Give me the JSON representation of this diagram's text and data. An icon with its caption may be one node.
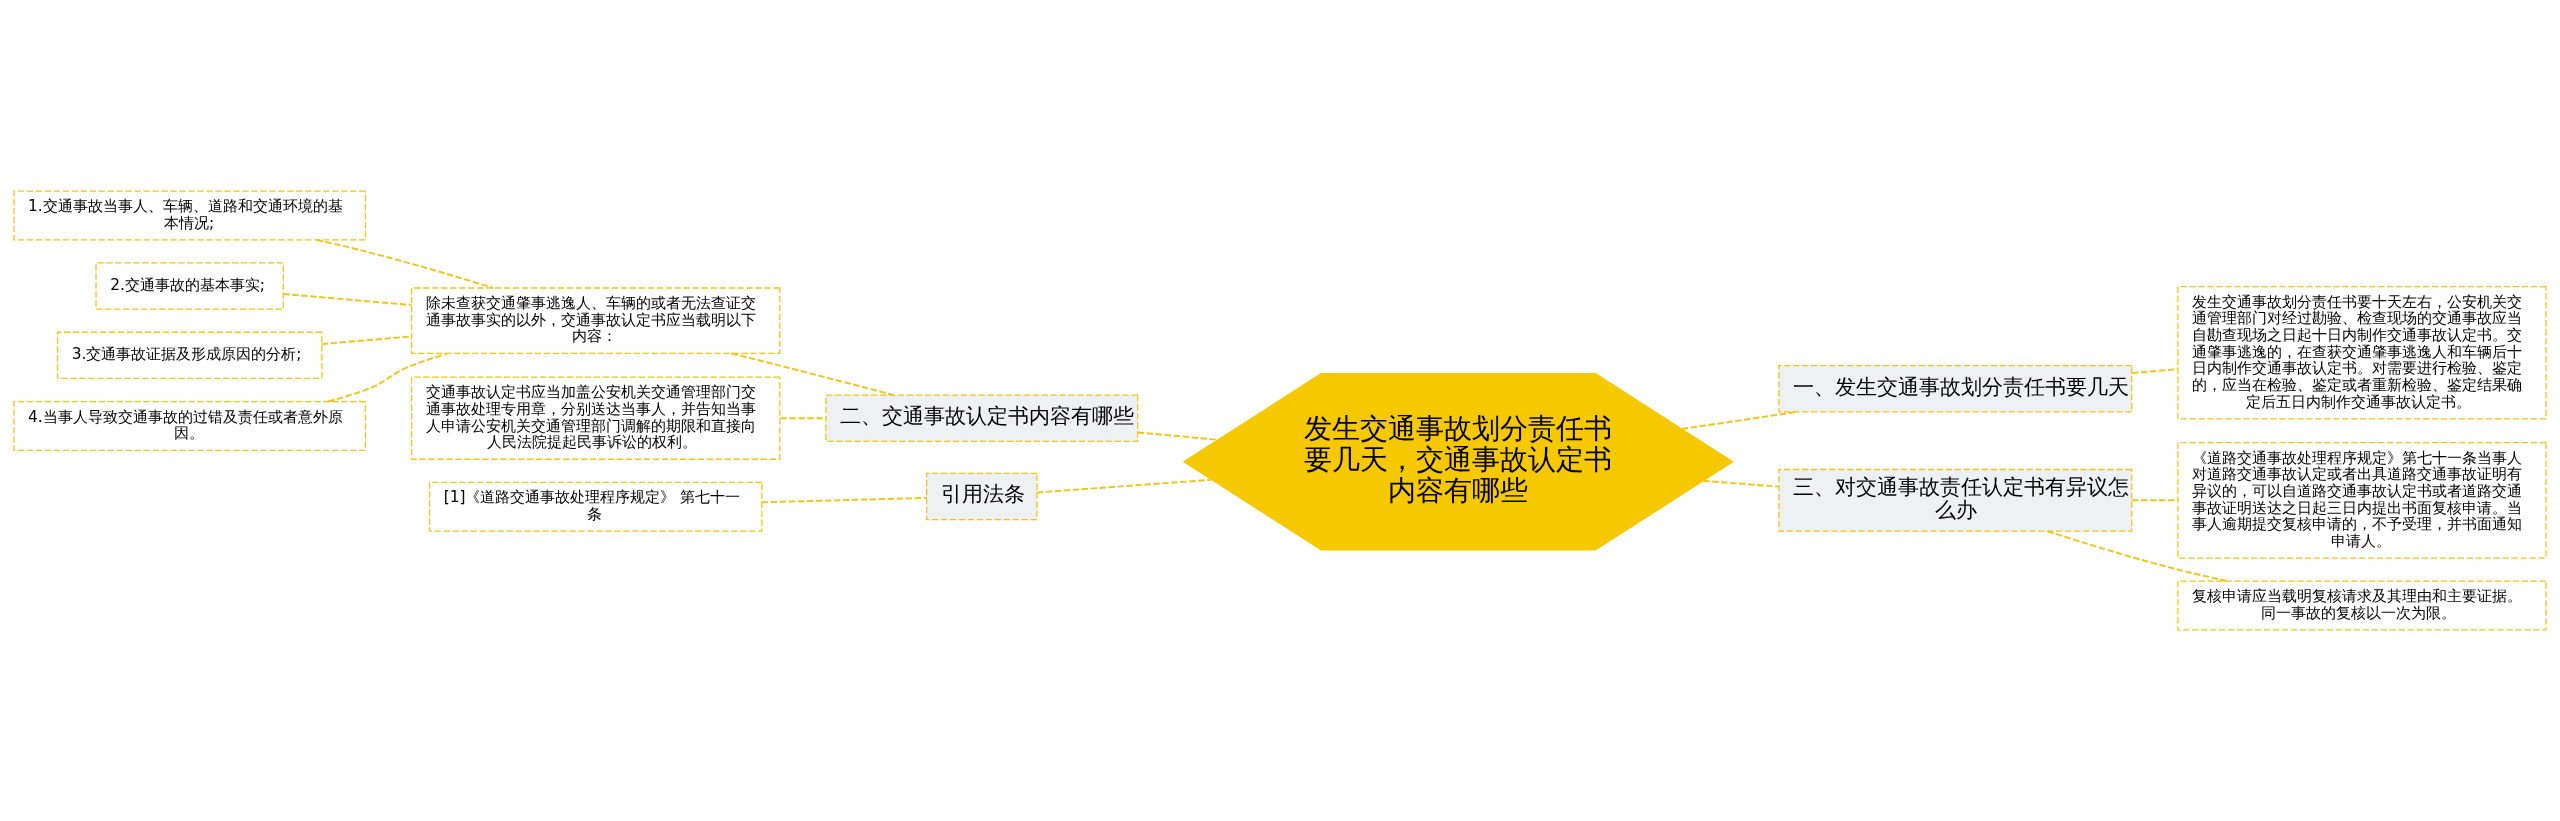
{
  "diagram": {
    "nodes": [
      {
        "text": [
          "发生交通事故划分责任书要几天，交通事故认定书内容有哪些"
        ]
      },
      {
        "text": [
          "一、发生交通事故划分责任书要几天"
        ]
      },
      {
        "text": [
          "发生交通事故划分责任书要十天左右，公安机关交通管理部门对经过勘验、检查现场的交通事故应当自勘查现场之日起十日内制作交通事故认定书。交通肇事逃逸的，在查获交通肇事逃逸人和车辆后十日内制作交通事故认定书。对需要进行检验、鉴定的，应当在检验、鉴定或者重新检验、鉴定结果确定后五日内制作交通事故认定书。"
        ]
      },
      {
        "text": [
          "三、对交通事故责任认定书有异议怎么办"
        ]
      },
      {
        "text": [
          "《道路交通事故处理程序规定》第七十一条当事人对道路交通事故认定或者出具道路交通事故证明有异议的，可以自道路交通事故认定书或者道路交通事故证明送达之日起三日内提出书面复核申请。当事人逾期提交复核申请的，不予受理，并书面通知申请人。"
        ]
      },
      {
        "text": [
          "复核申请应当载明复核请求及其理由和主要证据。同一事故的复核以一次为限。"
        ]
      },
      {
        "text": [
          "二、交通事故认定书内容有哪些"
        ]
      },
      {
        "text": [
          "除未查获交通肇事逃逸人、车辆的或者无法查证交通事故事实的以外，交通事故认定书应当载明以下内容："
        ]
      },
      {
        "text": [
          "1.交通事故当事人、车辆、道路和交通环境的基本情况;"
        ]
      },
      {
        "text": [
          "2.交通事故的基本事实;"
        ]
      },
      {
        "text": [
          "3.交通事故证据及形成原因的分析;"
        ]
      },
      {
        "text": [
          "4.当事人导致交通事故的过错及责任或者意外原因。"
        ]
      },
      {
        "text": [
          "交通事故认定书应当加盖公安机关交通管理部门交通事故处理专用章，分别送达当事人，并告知当事人申请公安机关交通管理部门调解的期限和直接向人民法院提起民事诉讼的权利。"
        ]
      },
      {
        "text": [
          "引用法条"
        ]
      },
      {
        "text": [
          "[1]《道路交通事故处理程序规定》 第七十一条"
        ]
      }
    ],
    "edges": [
      {
        "from": 0,
        "to": 1,
        "arrow": "none",
        "style": "dashed"
      },
      {
        "from": 1,
        "to": 2,
        "arrow": "none",
        "style": "dashed"
      },
      {
        "from": 0,
        "to": 3,
        "arrow": "none",
        "style": "dashed"
      },
      {
        "from": 3,
        "to": 4,
        "arrow": "none",
        "style": "dashed"
      },
      {
        "from": 3,
        "to": 5,
        "arrow": "none",
        "style": "dashed"
      },
      {
        "from": 0,
        "to": 6,
        "arrow": "none",
        "style": "dashed"
      },
      {
        "from": 6,
        "to": 7,
        "arrow": "none",
        "style": "dashed"
      },
      {
        "from": 7,
        "to": 8,
        "arrow": "none",
        "style": "dashed"
      },
      {
        "from": 7,
        "to": 9,
        "arrow": "none",
        "style": "dashed"
      },
      {
        "from": 7,
        "to": 10,
        "arrow": "none",
        "style": "dashed"
      },
      {
        "from": 7,
        "to": 11,
        "arrow": "none",
        "style": "dashed"
      },
      {
        "from": 6,
        "to": 12,
        "arrow": "none",
        "style": "dashed"
      },
      {
        "from": 0,
        "to": 13,
        "arrow": "none",
        "style": "dashed"
      },
      {
        "from": 13,
        "to": 14,
        "arrow": "none",
        "style": "dashed"
      }
    ]
  }
}
